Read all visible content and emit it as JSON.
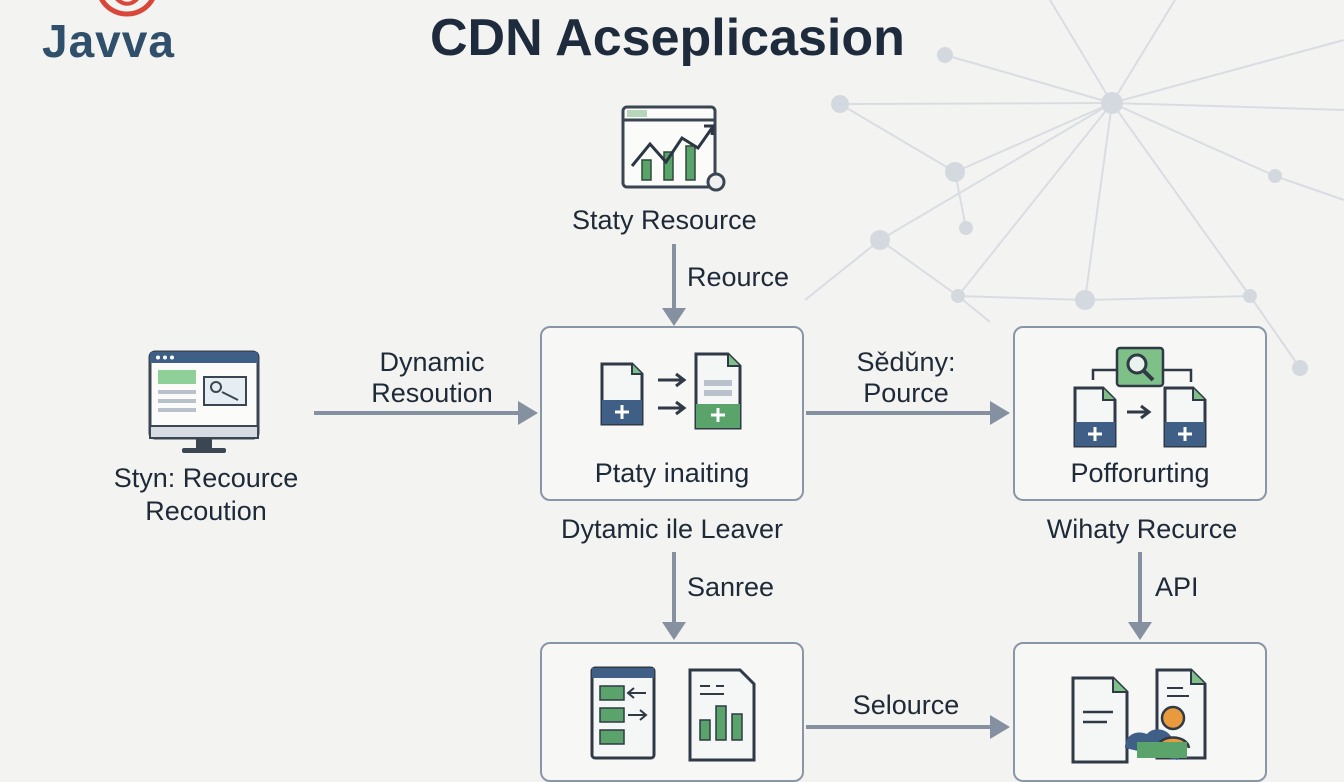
{
  "header": {
    "logo_text": "Javva",
    "title": "CDN Acseplicasion"
  },
  "nodes": {
    "static_resource": {
      "label": "Staty Resource",
      "icon": "chart-window-icon"
    },
    "left_monitor": {
      "label_line1": "Styn: Recource",
      "label_line2": "Recoution",
      "icon": "monitor-icon"
    },
    "center_box": {
      "inner_label": "Ptaty inaiting",
      "caption": "Dytamic ile Leaver",
      "icon": "file-transfer-icon"
    },
    "right_box": {
      "inner_label": "Pofforurting",
      "caption": "Wihaty Recurce",
      "icon": "file-search-icon"
    },
    "bottom_left_box": {
      "icon": "dashboard-chart-icon"
    },
    "bottom_right_box": {
      "icon": "document-user-icon"
    }
  },
  "edges": {
    "top_to_center": "Reource",
    "left_to_center_line1": "Dynamic",
    "left_to_center_line2": "Resoution",
    "center_to_right_line1": "Sědǔny:",
    "center_to_right_line2": "Pource",
    "center_to_bottom": "Sanree",
    "right_to_bottom": "API",
    "bottom_left_to_bottom_right": "Selource"
  },
  "colors": {
    "accent_green": "#5aa36a",
    "accent_blue": "#3f5f86",
    "logo_red": "#d9473a",
    "arrow_gray": "#8590a0"
  }
}
